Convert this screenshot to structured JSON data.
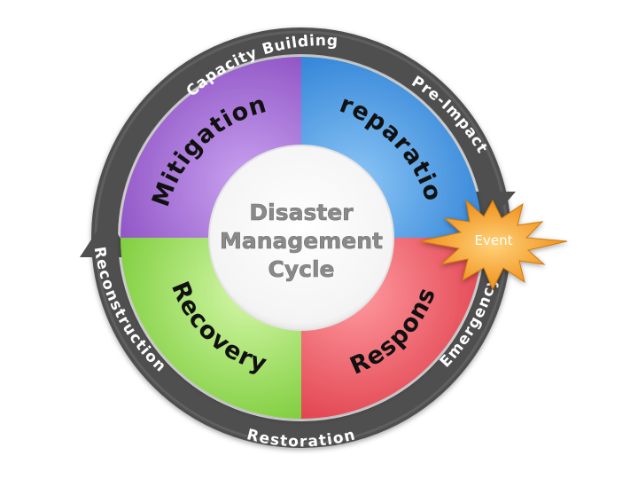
{
  "title_lines": [
    "Disaster",
    "Management",
    "Cycle"
  ],
  "phases": {
    "mitigation": "Mitigation",
    "preparation": "Preparation",
    "response": "Response",
    "recovery": "Recovery"
  },
  "ring_labels": {
    "capacity_building": "Capacity Building",
    "pre_impact": "Pre-Impact",
    "emergency": "Emergency",
    "restoration": "Restoration",
    "reconstruction": "Reconstruction"
  },
  "event": "Event",
  "colors": {
    "mitigation": "#a877d8",
    "preparation": "#58a8ee",
    "response": "#f06a72",
    "recovery": "#a8e86e",
    "ring": "#4e4e4e",
    "event": "#f5a12a"
  }
}
